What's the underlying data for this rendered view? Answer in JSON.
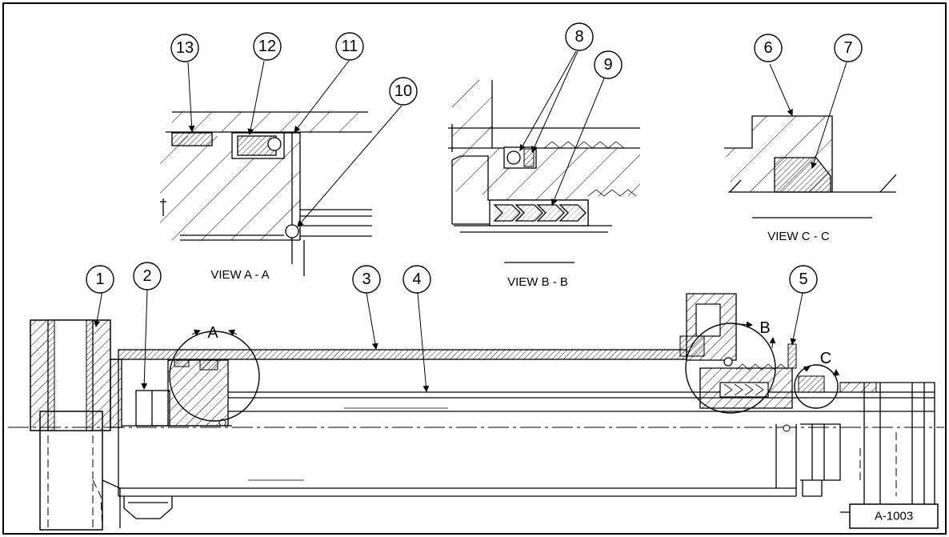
{
  "callouts": [
    {
      "id": "1",
      "label": "1"
    },
    {
      "id": "2",
      "label": "2"
    },
    {
      "id": "3",
      "label": "3"
    },
    {
      "id": "4",
      "label": "4"
    },
    {
      "id": "5",
      "label": "5"
    },
    {
      "id": "6",
      "label": "6"
    },
    {
      "id": "7",
      "label": "7"
    },
    {
      "id": "8",
      "label": "8"
    },
    {
      "id": "9",
      "label": "9"
    },
    {
      "id": "10",
      "label": "10"
    },
    {
      "id": "11",
      "label": "11"
    },
    {
      "id": "12",
      "label": "12"
    },
    {
      "id": "13",
      "label": "13"
    }
  ],
  "views": {
    "a": {
      "caption": "VIEW A - A",
      "marker": "A"
    },
    "b": {
      "caption": "VIEW B - B",
      "marker": "B"
    },
    "c": {
      "caption": "VIEW C - C",
      "marker": "C"
    }
  },
  "drawing_number": "A-1003"
}
